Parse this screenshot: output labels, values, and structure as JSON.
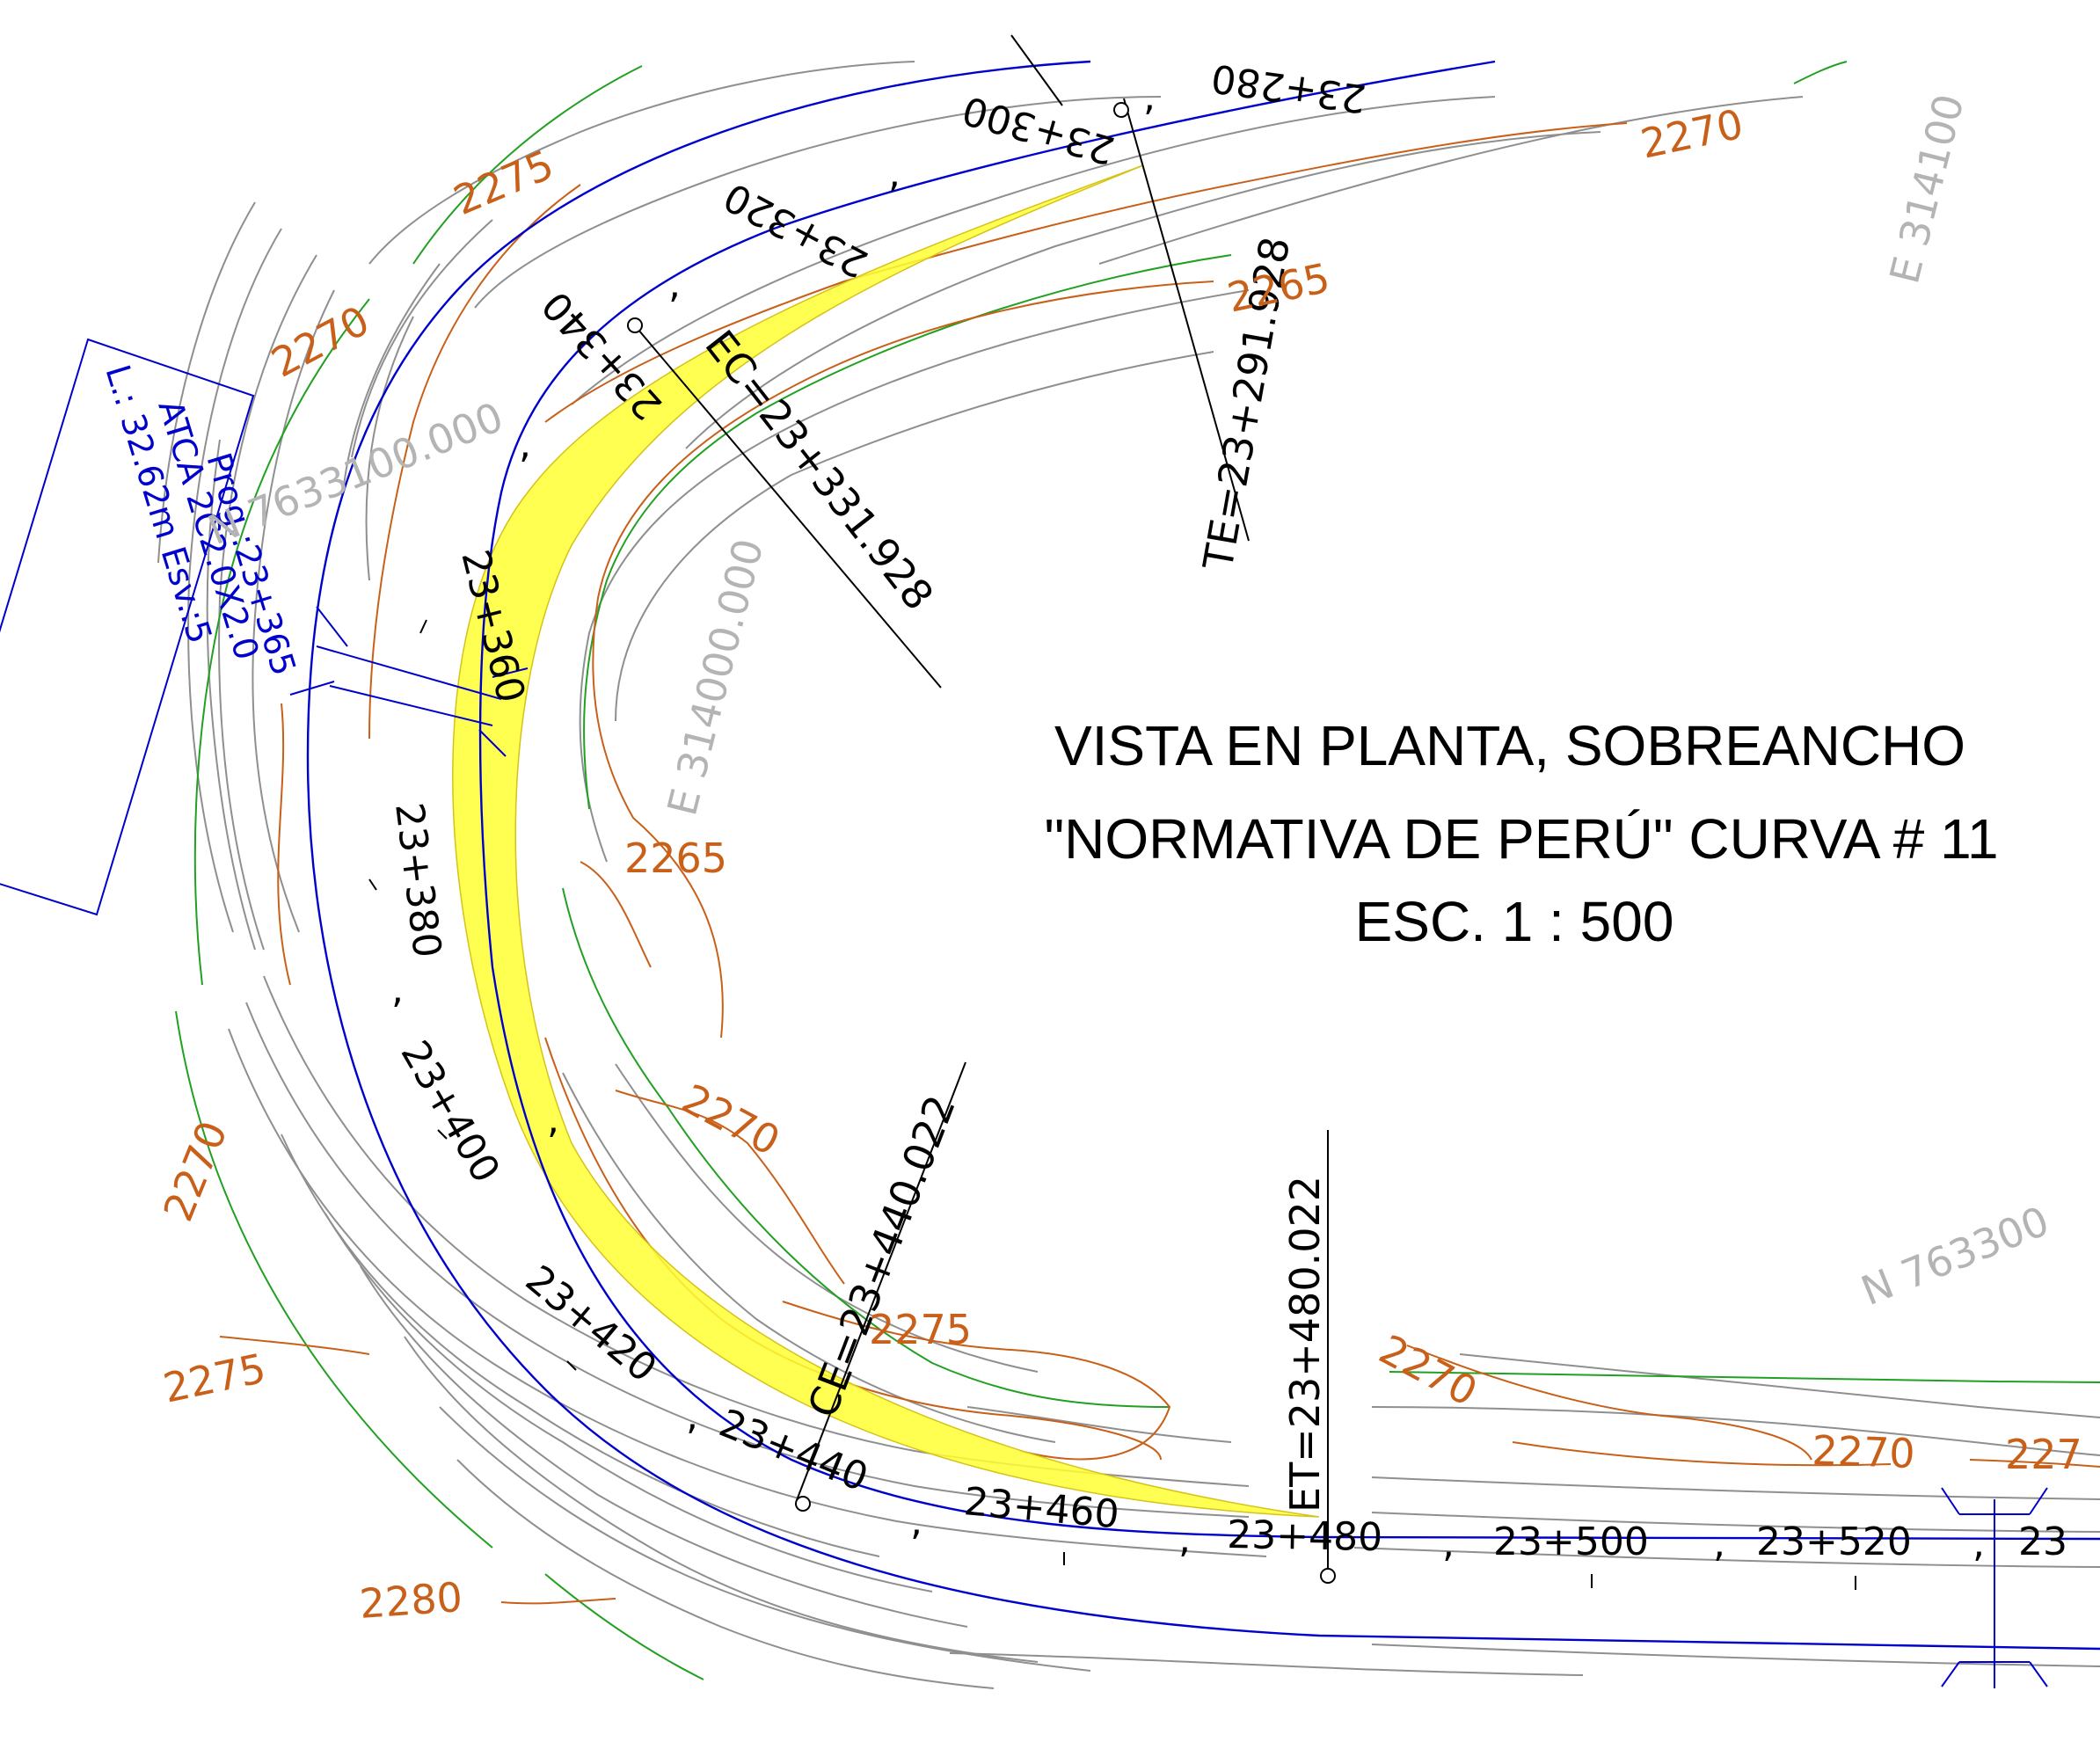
{
  "title": {
    "line1": "VISTA EN PLANTA, SOBREANCHO",
    "line2": "\"NORMATIVA DE PERÚ\"  CURVA # 11",
    "line3": "ESC. 1 : 500"
  },
  "info_box": {
    "line1": "Prog.:23+365",
    "line2": "ATCA 2C2.0X2.0",
    "line3": "L.: 32.62m Esv.:5"
  },
  "stations": {
    "s280": "23+280",
    "s300": "23+300",
    "s320": "23+320",
    "s340": "23+340",
    "s360": "23+360",
    "s380": "23+380",
    "s400": "23+400",
    "s420": "23+420",
    "s440": "23+440",
    "s460": "23+460",
    "s480": "23+480",
    "s500": "23+500",
    "s520": "23+520",
    "s540": "23"
  },
  "curve_points": {
    "te": "TE=23+291.928",
    "ec": "EC=23+331.928",
    "ce": "CE=23+440.022",
    "et": "ET=23+480.022"
  },
  "contours": {
    "c2275_a": "2275",
    "c2270_a": "2270",
    "c2270_b": "2270",
    "c2265_a": "2265",
    "c2265_b": "2265",
    "c2270_c": "2270",
    "c2270_d": "2270",
    "c2275_b": "2275",
    "c2275_c": "2275",
    "c2280": "2280",
    "c2270_e": "2270",
    "c2270_f": "2270",
    "c2270_g": "227"
  },
  "grid": {
    "e1": "E 314100",
    "e2": "E 314000.000",
    "n1": "N 7633100.000",
    "n2": "N 763300"
  },
  "colors": {
    "alignment": "#0000cc",
    "contour_index": "#c8601a",
    "contour": "#8a8a8a",
    "boundary": "#22a022",
    "widening": "#ffff33",
    "text": "#000000",
    "grid_text": "#b4b4b4"
  }
}
